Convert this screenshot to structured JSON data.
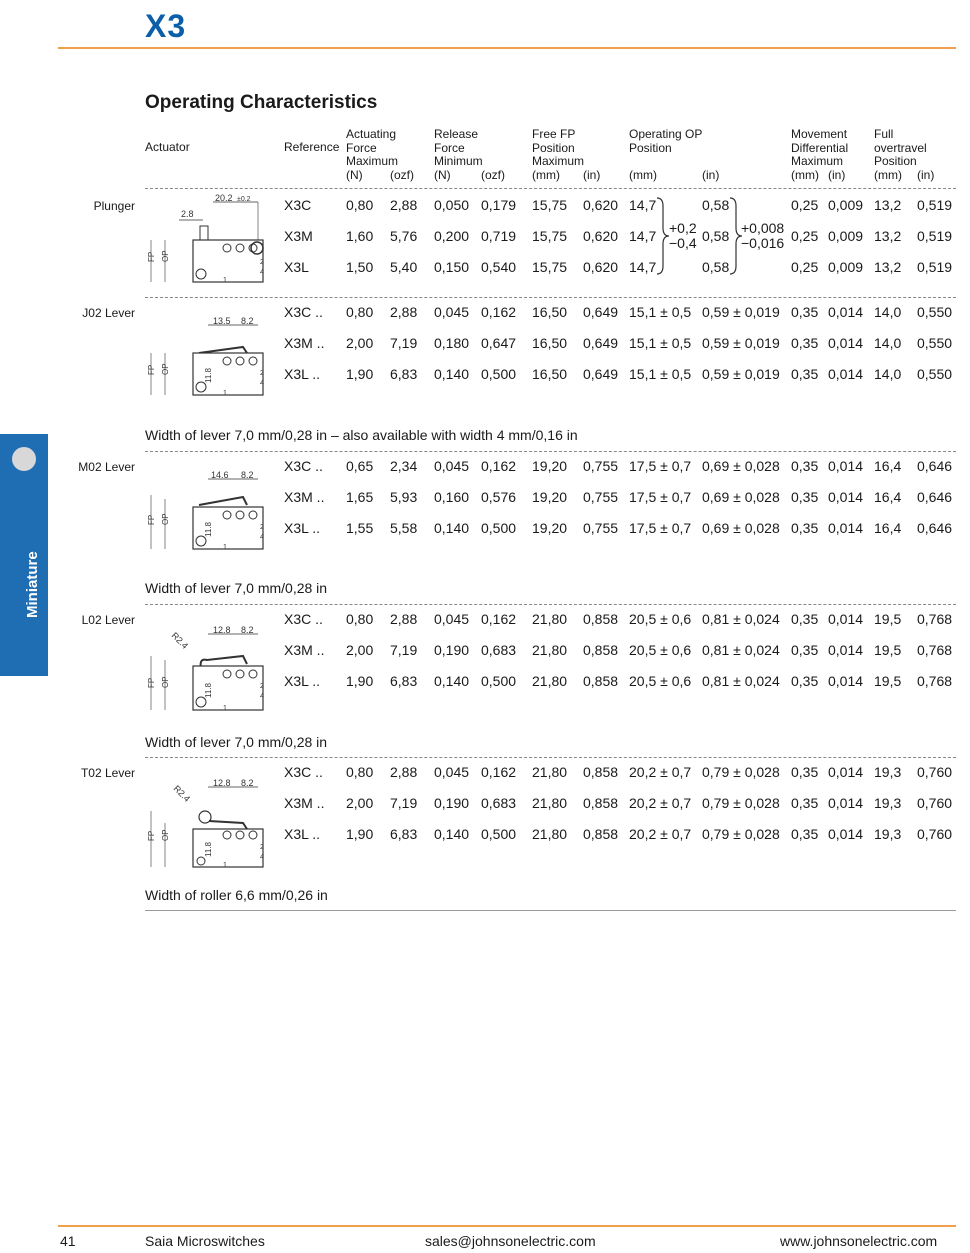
{
  "page": {
    "title": "X3",
    "section_title": "Operating Characteristics",
    "side_tab": "Miniature",
    "footer": {
      "page_number": "41",
      "brand": "Saia Microswitches",
      "email": "sales@johnsonelectric.com",
      "website": "www.johnsonelectric.com"
    }
  },
  "headers": {
    "actuator": "Actuator",
    "reference": "Reference",
    "actuating_force": [
      "Actuating",
      "Force",
      "Maximum"
    ],
    "release_force": [
      "Release",
      "Force",
      "Minimum"
    ],
    "free_position": [
      "Free FP",
      "Position",
      "Maximum"
    ],
    "operating_position": [
      "Operating OP",
      "Position"
    ],
    "movement_differential": [
      "Movement",
      "Differential",
      "Maximum"
    ],
    "full_overtravel": [
      "Full",
      "overtravel",
      "Position"
    ],
    "units": {
      "act_n": "(N)",
      "act_ozf": "(ozf)",
      "rel_n": "(N)",
      "rel_ozf": "(ozf)",
      "fp_mm": "(mm)",
      "fp_in": "(in)",
      "op_mm": "(mm)",
      "op_in": "(in)",
      "md_mm": "(mm)",
      "md_in": "(in)",
      "ot_mm": "(mm)",
      "ot_in": "(in)"
    }
  },
  "groups": [
    {
      "label": "Plunger",
      "dims": [
        "20.2",
        "±0.2",
        "2.8"
      ],
      "op_tolerance_mm": [
        "+0,2",
        "−0,4"
      ],
      "op_tolerance_in": [
        "+0,008",
        "−0,016"
      ],
      "rows": [
        {
          "ref": "X3C",
          "act_n": "0,80",
          "act_ozf": "2,88",
          "rel_n": "0,050",
          "rel_ozf": "0,179",
          "fp_mm": "15,75",
          "fp_in": "0,620",
          "op_mm": "14,7",
          "op_in": "0,58",
          "md_mm": "0,25",
          "md_in": "0,009",
          "ot_mm": "13,2",
          "ot_in": "0,519"
        },
        {
          "ref": "X3M",
          "act_n": "1,60",
          "act_ozf": "5,76",
          "rel_n": "0,200",
          "rel_ozf": "0,719",
          "fp_mm": "15,75",
          "fp_in": "0,620",
          "op_mm": "14,7",
          "op_in": "0,58",
          "md_mm": "0,25",
          "md_in": "0,009",
          "ot_mm": "13,2",
          "ot_in": "0,519"
        },
        {
          "ref": "X3L",
          "act_n": "1,50",
          "act_ozf": "5,40",
          "rel_n": "0,150",
          "rel_ozf": "0,540",
          "fp_mm": "15,75",
          "fp_in": "0,620",
          "op_mm": "14,7",
          "op_in": "0,58",
          "md_mm": "0,25",
          "md_in": "0,009",
          "ot_mm": "13,2",
          "ot_in": "0,519"
        }
      ]
    },
    {
      "label": "J02 Lever",
      "dims": [
        "13.5",
        "8.2",
        "11.8"
      ],
      "note": "Width of lever 7,0 mm/0,28 in – also available with width 4 mm/0,16 in",
      "rows": [
        {
          "ref": "X3C ..",
          "act_n": "0,80",
          "act_ozf": "2,88",
          "rel_n": "0,045",
          "rel_ozf": "0,162",
          "fp_mm": "16,50",
          "fp_in": "0,649",
          "op_mm": "15,1 ± 0,5",
          "op_in": "0,59 ± 0,019",
          "md_mm": "0,35",
          "md_in": "0,014",
          "ot_mm": "14,0",
          "ot_in": "0,550"
        },
        {
          "ref": "X3M ..",
          "act_n": "2,00",
          "act_ozf": "7,19",
          "rel_n": "0,180",
          "rel_ozf": "0,647",
          "fp_mm": "16,50",
          "fp_in": "0,649",
          "op_mm": "15,1 ± 0,5",
          "op_in": "0,59 ± 0,019",
          "md_mm": "0,35",
          "md_in": "0,014",
          "ot_mm": "14,0",
          "ot_in": "0,550"
        },
        {
          "ref": "X3L ..",
          "act_n": "1,90",
          "act_ozf": "6,83",
          "rel_n": "0,140",
          "rel_ozf": "0,500",
          "fp_mm": "16,50",
          "fp_in": "0,649",
          "op_mm": "15,1 ± 0,5",
          "op_in": "0,59 ± 0,019",
          "md_mm": "0,35",
          "md_in": "0,014",
          "ot_mm": "14,0",
          "ot_in": "0,550"
        }
      ]
    },
    {
      "label": "M02 Lever",
      "dims": [
        "14.6",
        "8.2",
        "11.8"
      ],
      "note": "Width of lever 7,0 mm/0,28 in",
      "rows": [
        {
          "ref": "X3C ..",
          "act_n": "0,65",
          "act_ozf": "2,34",
          "rel_n": "0,045",
          "rel_ozf": "0,162",
          "fp_mm": "19,20",
          "fp_in": "0,755",
          "op_mm": "17,5 ± 0,7",
          "op_in": "0,69 ± 0,028",
          "md_mm": "0,35",
          "md_in": "0,014",
          "ot_mm": "16,4",
          "ot_in": "0,646"
        },
        {
          "ref": "X3M ..",
          "act_n": "1,65",
          "act_ozf": "5,93",
          "rel_n": "0,160",
          "rel_ozf": "0,576",
          "fp_mm": "19,20",
          "fp_in": "0,755",
          "op_mm": "17,5 ± 0,7",
          "op_in": "0,69 ± 0,028",
          "md_mm": "0,35",
          "md_in": "0,014",
          "ot_mm": "16,4",
          "ot_in": "0,646"
        },
        {
          "ref": "X3L ..",
          "act_n": "1,55",
          "act_ozf": "5,58",
          "rel_n": "0,140",
          "rel_ozf": "0,500",
          "fp_mm": "19,20",
          "fp_in": "0,755",
          "op_mm": "17,5 ± 0,7",
          "op_in": "0,69 ± 0,028",
          "md_mm": "0,35",
          "md_in": "0,014",
          "ot_mm": "16,4",
          "ot_in": "0,646"
        }
      ]
    },
    {
      "label": "L02 Lever",
      "dims": [
        "12.8",
        "8.2",
        "11.8",
        "R2.4"
      ],
      "note": "Width of lever 7,0 mm/0,28 in",
      "rows": [
        {
          "ref": "X3C ..",
          "act_n": "0,80",
          "act_ozf": "2,88",
          "rel_n": "0,045",
          "rel_ozf": "0,162",
          "fp_mm": "21,80",
          "fp_in": "0,858",
          "op_mm": "20,5 ± 0,6",
          "op_in": "0,81 ± 0,024",
          "md_mm": "0,35",
          "md_in": "0,014",
          "ot_mm": "19,5",
          "ot_in": "0,768"
        },
        {
          "ref": "X3M ..",
          "act_n": "2,00",
          "act_ozf": "7,19",
          "rel_n": "0,190",
          "rel_ozf": "0,683",
          "fp_mm": "21,80",
          "fp_in": "0,858",
          "op_mm": "20,5 ± 0,6",
          "op_in": "0,81 ± 0,024",
          "md_mm": "0,35",
          "md_in": "0,014",
          "ot_mm": "19,5",
          "ot_in": "0,768"
        },
        {
          "ref": "X3L ..",
          "act_n": "1,90",
          "act_ozf": "6,83",
          "rel_n": "0,140",
          "rel_ozf": "0,500",
          "fp_mm": "21,80",
          "fp_in": "0,858",
          "op_mm": "20,5 ± 0,6",
          "op_in": "0,81 ± 0,024",
          "md_mm": "0,35",
          "md_in": "0,014",
          "ot_mm": "19,5",
          "ot_in": "0,768"
        }
      ]
    },
    {
      "label": "T02 Lever",
      "dims": [
        "12.8",
        "8.2",
        "11.8",
        "R2.4"
      ],
      "note": "Width of roller 6,6 mm/0,26 in",
      "rows": [
        {
          "ref": "X3C ..",
          "act_n": "0,80",
          "act_ozf": "2,88",
          "rel_n": "0,045",
          "rel_ozf": "0,162",
          "fp_mm": "21,80",
          "fp_in": "0,858",
          "op_mm": "20,2 ± 0,7",
          "op_in": "0,79 ± 0,028",
          "md_mm": "0,35",
          "md_in": "0,014",
          "ot_mm": "19,3",
          "ot_in": "0,760"
        },
        {
          "ref": "X3M ..",
          "act_n": "2,00",
          "act_ozf": "7,19",
          "rel_n": "0,190",
          "rel_ozf": "0,683",
          "fp_mm": "21,80",
          "fp_in": "0,858",
          "op_mm": "20,2 ± 0,7",
          "op_in": "0,79 ± 0,028",
          "md_mm": "0,35",
          "md_in": "0,014",
          "ot_mm": "19,3",
          "ot_in": "0,760"
        },
        {
          "ref": "X3L ..",
          "act_n": "1,90",
          "act_ozf": "6,83",
          "rel_n": "0,140",
          "rel_ozf": "0,500",
          "fp_mm": "21,80",
          "fp_in": "0,858",
          "op_mm": "20,2 ± 0,7",
          "op_in": "0,79 ± 0,028",
          "md_mm": "0,35",
          "md_in": "0,014",
          "ot_mm": "19,3",
          "ot_in": "0,760"
        }
      ]
    }
  ],
  "diagram_labels": {
    "fp": "FP",
    "op": "OP",
    "terminal_1": "1",
    "terminal_2": "2",
    "terminal_4": "4"
  }
}
